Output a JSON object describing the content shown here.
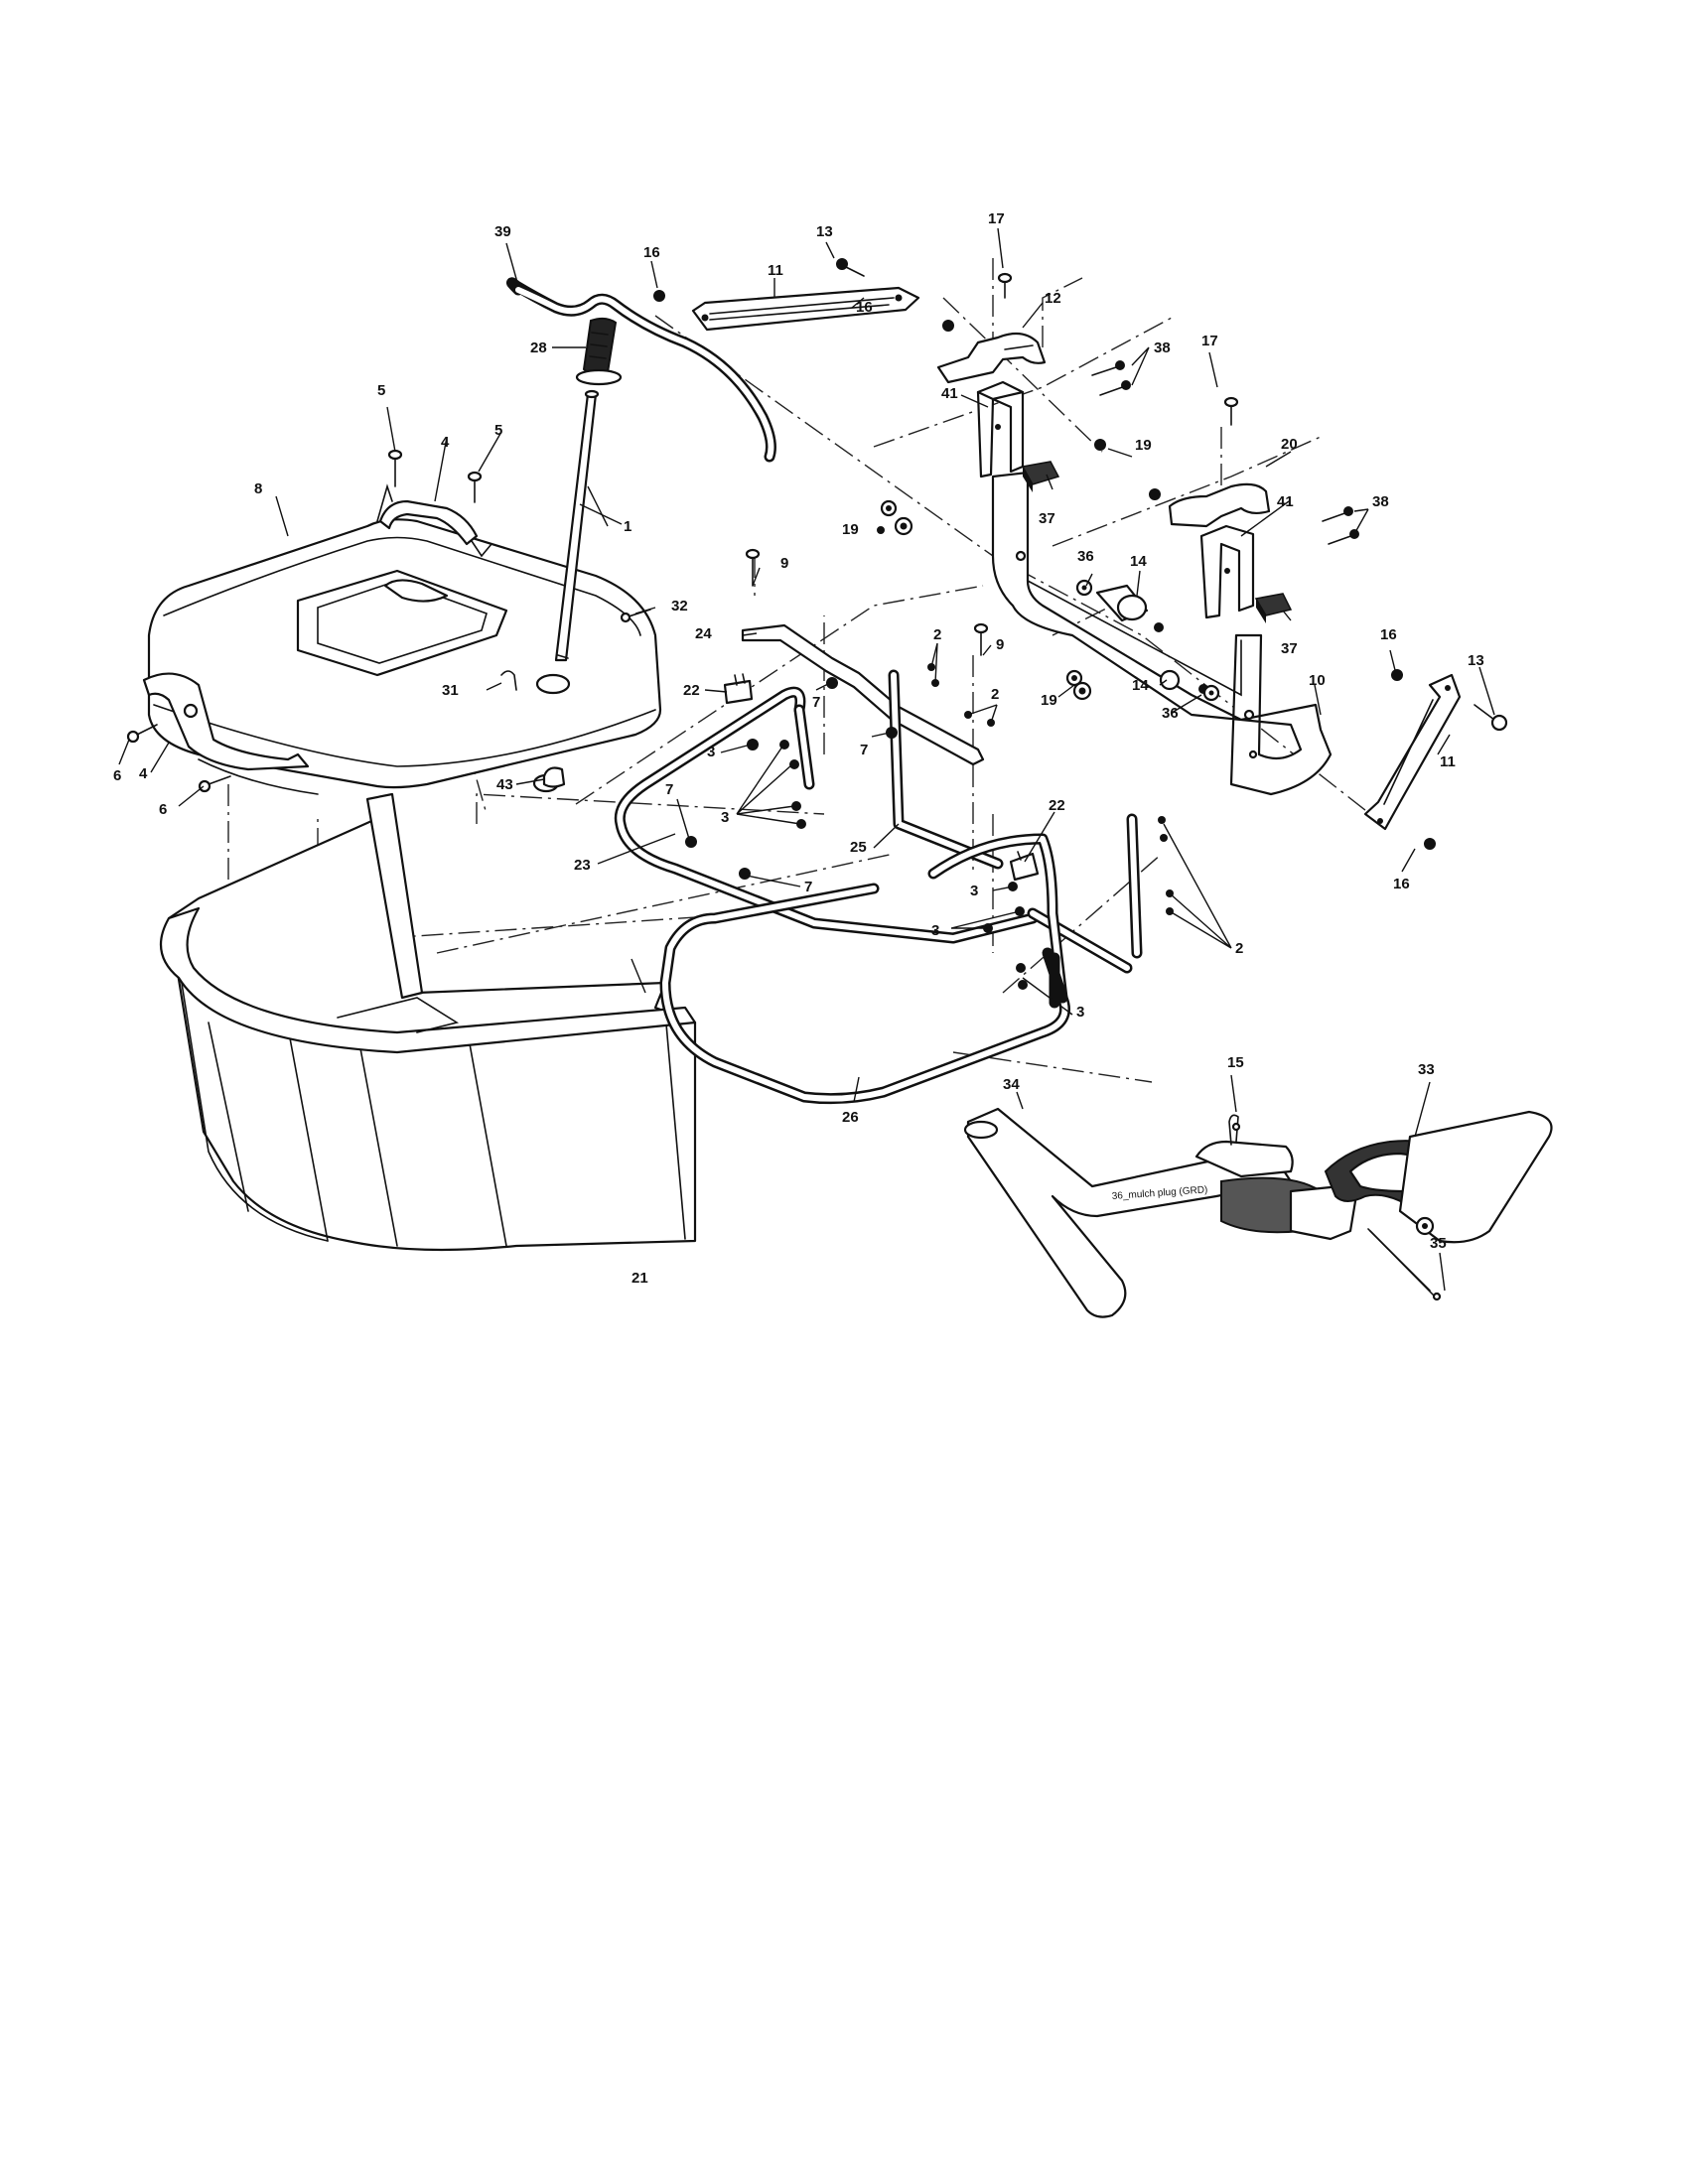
{
  "labels": {
    "l1": "1",
    "l2a": "2",
    "l2b": "2",
    "l2c": "2",
    "l3a": "3",
    "l3b": "3",
    "l3c": "3",
    "l3d": "3",
    "l3e": "3",
    "l4a": "4",
    "l4b": "4",
    "l5a": "5",
    "l5b": "5",
    "l6a": "6",
    "l6b": "6",
    "l7a": "7",
    "l7b": "7",
    "l7c": "7",
    "l7d": "7",
    "l8": "8",
    "l9a": "9",
    "l9b": "9",
    "l10": "10",
    "l11a": "11",
    "l11b": "11",
    "l12": "12",
    "l13a": "13",
    "l13b": "13",
    "l14a": "14",
    "l14b": "14",
    "l15": "15",
    "l16a": "16",
    "l16b": "16",
    "l16c": "16",
    "l16d": "16",
    "l17a": "17",
    "l17b": "17",
    "l19a": "19",
    "l19b": "19",
    "l19c": "19",
    "l20": "20",
    "l21": "21",
    "l22a": "22",
    "l22b": "22",
    "l23": "23",
    "l24": "24",
    "l25": "25",
    "l26": "26",
    "l28": "28",
    "l31": "31",
    "l32": "32",
    "l33": "33",
    "l34": "34",
    "l35": "35",
    "l36a": "36",
    "l36b": "36",
    "l37a": "37",
    "l37b": "37",
    "l38a": "38",
    "l38b": "38",
    "l39": "39",
    "l41a": "41",
    "l41b": "41",
    "l43": "43"
  },
  "callout": {
    "mulch_plug": "36_mulch plug (GRD)"
  }
}
